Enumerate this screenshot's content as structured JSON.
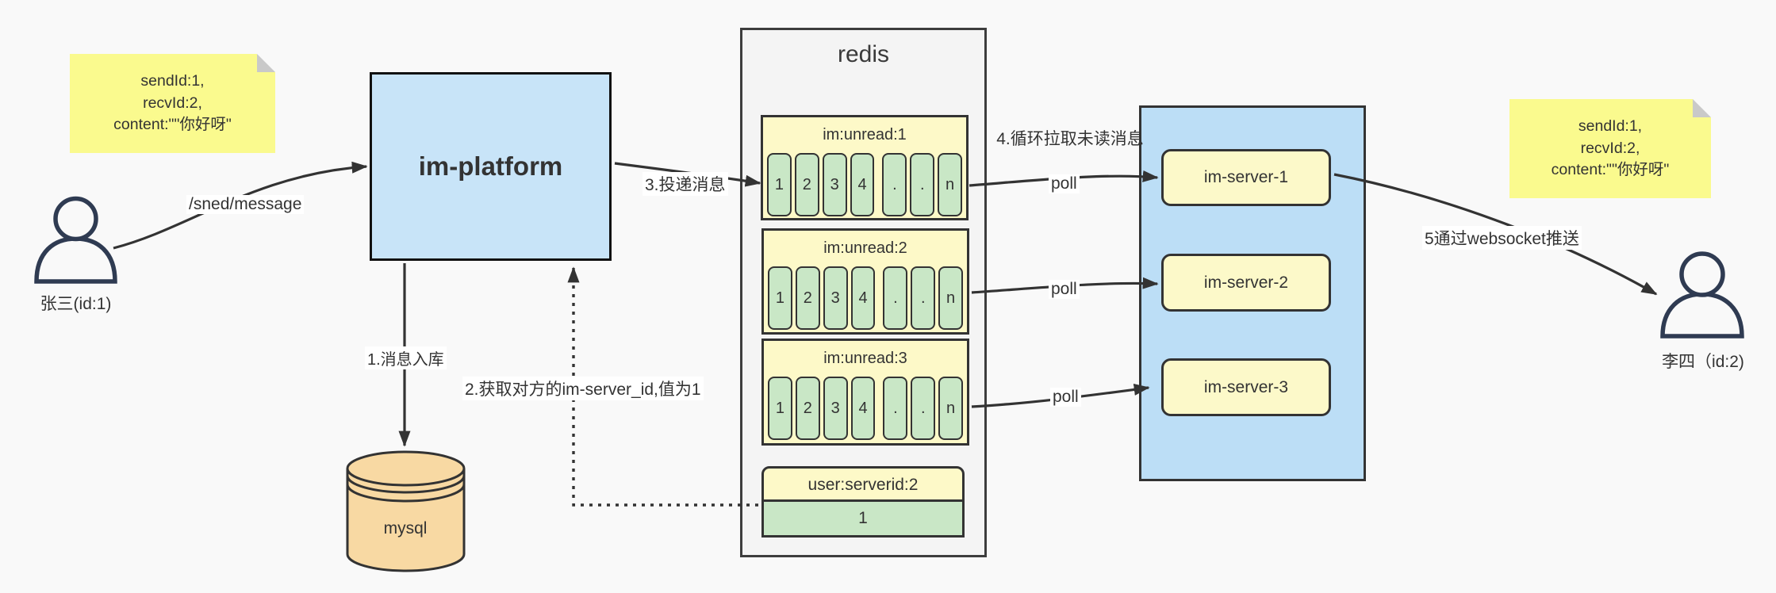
{
  "colors": {
    "background": "#f9f9f9",
    "note_yellow": "#fafa8e",
    "platform_blue": "#c8e4f8",
    "cluster_blue": "#bcdef6",
    "box_yellow": "#fdf9c8",
    "cell_green": "#c9e7c6",
    "db_tan": "#f8d9a3",
    "redis_gray": "#f4f4f4",
    "line_dark": "#333333",
    "person_navy": "#2f3b52"
  },
  "notes": {
    "message": {
      "line1": "sendId:1,",
      "line2": "recvId:2,",
      "line3": "content:\"\"你好呀\""
    }
  },
  "users": {
    "sender": {
      "label": "张三(id:1)"
    },
    "receiver": {
      "label": "李四（id:2)"
    }
  },
  "platform": {
    "title": "im-platform"
  },
  "database": {
    "label": "mysql"
  },
  "redis": {
    "title": "redis",
    "queues": [
      {
        "header": "im:unread:1",
        "cells": [
          "1",
          "2",
          "3",
          "4",
          ".",
          ".",
          "n"
        ]
      },
      {
        "header": "im:unread:2",
        "cells": [
          "1",
          "2",
          "3",
          "4",
          ".",
          ".",
          "n"
        ]
      },
      {
        "header": "im:unread:3",
        "cells": [
          "1",
          "2",
          "3",
          "4",
          ".",
          ".",
          "n"
        ]
      }
    ],
    "kv": {
      "header": "user:serverid:2",
      "value": "1"
    }
  },
  "servers": {
    "cluster": [
      {
        "label": "im-server-1"
      },
      {
        "label": "im-server-2"
      },
      {
        "label": "im-server-3"
      }
    ]
  },
  "labels": {
    "send_endpoint": "/sned/message",
    "step1": "1.消息入库",
    "step2": "2.获取对方的im-server_id,值为1",
    "step3": "3.投递消息",
    "step4": "4.循环拉取未读消息",
    "step5": "5通过websocket推送",
    "poll": "poll"
  }
}
